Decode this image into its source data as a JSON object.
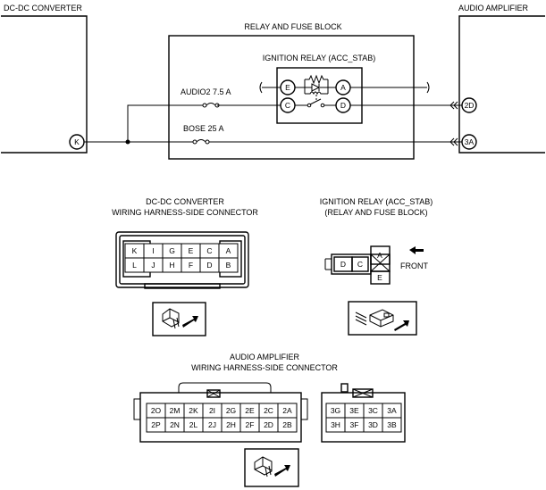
{
  "components": {
    "dcdc_converter": {
      "label": "DC-DC CONVERTER",
      "terminal": "K"
    },
    "audio_amplifier": {
      "label": "AUDIO AMPLIFIER",
      "terminal_a": "2D",
      "terminal_b": "3A"
    },
    "relay_fuse_block": {
      "label": "RELAY AND FUSE BLOCK"
    },
    "ignition_relay": {
      "label": "IGNITION RELAY (ACC_STAB)",
      "terminals": [
        "E",
        "A",
        "C",
        "D"
      ]
    },
    "fuse_audio2": {
      "label": "AUDIO2 7.5 A"
    },
    "fuse_bose": {
      "label": "BOSE 25 A"
    }
  },
  "connectors": {
    "dcdc": {
      "title_line1": "DC-DC CONVERTER",
      "title_line2": "WIRING HARNESS-SIDE CONNECTOR",
      "top_row": [
        "K",
        "I",
        "G",
        "E",
        "C",
        "A"
      ],
      "bottom_row": [
        "L",
        "J",
        "H",
        "F",
        "D",
        "B"
      ]
    },
    "ign_relay": {
      "title_line1": "IGNITION RELAY (ACC_STAB)",
      "title_line2": "(RELAY AND FUSE BLOCK)",
      "pins": [
        "D",
        "C",
        "A",
        "E"
      ],
      "front_label": "FRONT"
    },
    "audio_amp": {
      "title_line1": "AUDIO AMPLIFIER",
      "title_line2": "WIRING HARNESS-SIDE CONNECTOR",
      "left_top": [
        "2O",
        "2M",
        "2K",
        "2I",
        "2G",
        "2E",
        "2C",
        "2A"
      ],
      "left_bottom": [
        "2P",
        "2N",
        "2L",
        "2J",
        "2H",
        "2F",
        "2D",
        "2B"
      ],
      "right_top": [
        "3G",
        "3E",
        "3C",
        "3A"
      ],
      "right_bottom": [
        "3H",
        "3F",
        "3D",
        "3B"
      ]
    }
  }
}
